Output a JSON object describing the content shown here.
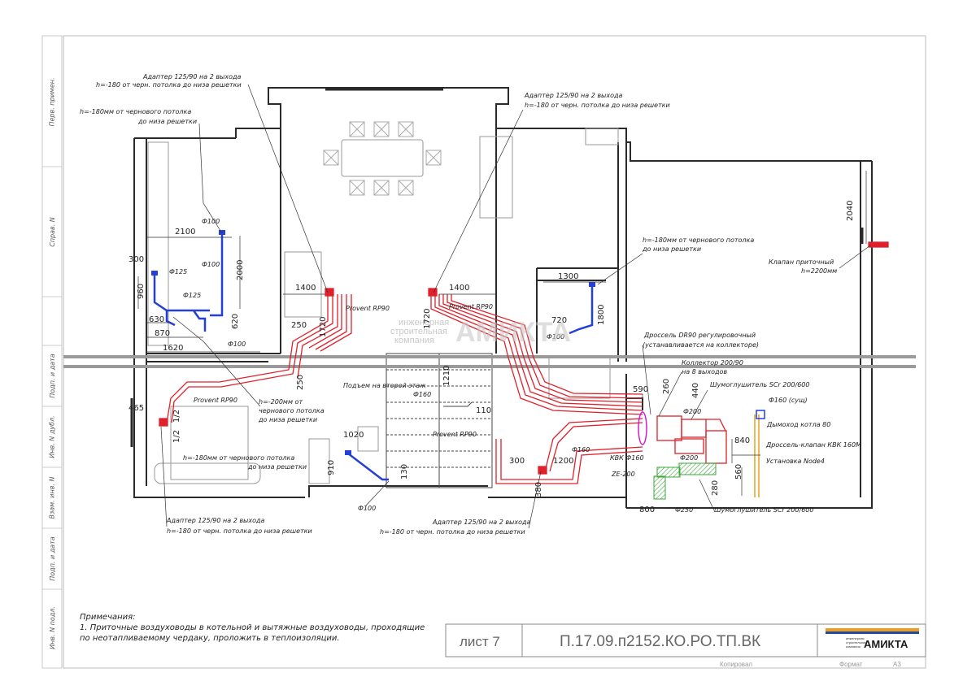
{
  "colors": {
    "supply": "#e0202a",
    "exhaust": "#2440d8",
    "wall": "#2a2a2a",
    "green": "#3aa83a",
    "magenta": "#d020d0",
    "orange": "#e8a020",
    "gray_band": "#9a9a9a",
    "brand_blue": "#1a4fa0",
    "brand_orange": "#f39a1e"
  },
  "side_stamp": [
    "Перв. примен.",
    "Справ. N",
    "Подп. и дата",
    "Инв. N дубл.",
    "Взам. инв. N",
    "Подп. и дата",
    "Инв. N подл."
  ],
  "labels": [
    {
      "id": "lbl-adapter-top-left-1",
      "text": "Адаптер 125/90 на 2 выхода"
    },
    {
      "id": "lbl-adapter-top-left-2",
      "text": "h=-180 от черн. потолка до низа решетки"
    },
    {
      "id": "lbl-h180-left-1",
      "text": "h=-180мм от чернового потолка"
    },
    {
      "id": "lbl-h180-left-2",
      "text": "до низа решетки"
    },
    {
      "id": "lbl-adapter-top-right-1",
      "text": "Адаптер 125/90 на 2 выхода"
    },
    {
      "id": "lbl-adapter-top-right-2",
      "text": "h=-180 от черн. потолка до низа решетки"
    },
    {
      "id": "lbl-h180-right-1",
      "text": "h=-180мм от чернового потолка"
    },
    {
      "id": "lbl-h180-right-2",
      "text": "до низа решетки"
    },
    {
      "id": "lbl-valve-1",
      "text": "Клапан приточный"
    },
    {
      "id": "lbl-valve-2",
      "text": "h=2200мм"
    },
    {
      "id": "lbl-provent-1",
      "text": "Provent RP90"
    },
    {
      "id": "lbl-provent-2",
      "text": "Provent RP90"
    },
    {
      "id": "lbl-provent-3",
      "text": "Provent RP90"
    },
    {
      "id": "lbl-provent-4",
      "text": "Provent RP90"
    },
    {
      "id": "lbl-throttle-1",
      "text": "Дроссель DR90 регулировочный"
    },
    {
      "id": "lbl-throttle-2",
      "text": "(устанавливается на коллекторе)"
    },
    {
      "id": "lbl-collector-1",
      "text": "Коллектор 200/90"
    },
    {
      "id": "lbl-collector-2",
      "text": "на 8 выходов"
    },
    {
      "id": "lbl-silencer-1",
      "text": "Шумоглушитель SCr 200/600"
    },
    {
      "id": "lbl-silencer-2",
      "text": "Шумоглушитель SCr 200/600"
    },
    {
      "id": "lbl-d160-exist",
      "text": "Ф160 (сущ)"
    },
    {
      "id": "lbl-flue",
      "text": "Дымоход котла 80"
    },
    {
      "id": "lbl-kvk-valve",
      "text": "Дроссель-клапан КВК 160М"
    },
    {
      "id": "lbl-node4",
      "text": "Установка Node4"
    },
    {
      "id": "lbl-kvk",
      "text": "КВК Ф160"
    },
    {
      "id": "lbl-ze",
      "text": "ZE-200"
    },
    {
      "id": "lbl-d250",
      "text": "Ф250"
    },
    {
      "id": "lbl-d200-a",
      "text": "Ф200"
    },
    {
      "id": "lbl-d200-b",
      "text": "Ф200"
    },
    {
      "id": "lbl-riser-1",
      "text": "Подъем на второй этаж"
    },
    {
      "id": "lbl-riser-2",
      "text": "Ф160"
    },
    {
      "id": "lbl-h200-1",
      "text": "h=-200мм от"
    },
    {
      "id": "lbl-h200-2",
      "text": "чернового потолка"
    },
    {
      "id": "lbl-h200-3",
      "text": "до низа решетки"
    },
    {
      "id": "lbl-h180-bed-1",
      "text": "h=-180мм от чернового потолка"
    },
    {
      "id": "lbl-h180-bed-2",
      "text": "до низа решетки"
    },
    {
      "id": "lbl-adapter-bl-1",
      "text": "Адаптер 125/90 на 2 выхода"
    },
    {
      "id": "lbl-adapter-bl-2",
      "text": "h=-180 от черн. потолка до низа решетки"
    },
    {
      "id": "lbl-adapter-bc-1",
      "text": "Адаптер 125/90 на 2 выхода"
    },
    {
      "id": "lbl-adapter-bc-2",
      "text": "h=-180 от черн. потолка до низа решетки"
    },
    {
      "id": "lbl-d100-a",
      "text": "Ф100"
    },
    {
      "id": "lbl-d100-b",
      "text": "Ф100"
    },
    {
      "id": "lbl-d100-c",
      "text": "Ф100"
    },
    {
      "id": "lbl-d100-d",
      "text": "Ф100"
    },
    {
      "id": "lbl-d100-e",
      "text": "Ф100"
    },
    {
      "id": "lbl-d125-a",
      "text": "Ф125"
    },
    {
      "id": "lbl-d125-b",
      "text": "Ф125"
    },
    {
      "id": "lbl-d160-a",
      "text": "Ф160"
    },
    {
      "id": "lbl-watermark-1",
      "text": "инженерная"
    },
    {
      "id": "lbl-watermark-2",
      "text": "строительная"
    },
    {
      "id": "lbl-watermark-3",
      "text": "компания"
    },
    {
      "id": "lbl-watermark-brand",
      "text": "АМИКТА"
    }
  ],
  "dimensions": [
    "2100",
    "2000",
    "300",
    "960",
    "630",
    "870",
    "1620",
    "620",
    "1400",
    "1400",
    "1720",
    "250",
    "250",
    "1720",
    "1210",
    "110",
    "1300",
    "720",
    "1800",
    "2040",
    "590",
    "260",
    "440",
    "840",
    "560",
    "280",
    "800",
    "1200",
    "300",
    "130",
    "910",
    "1020",
    "465",
    "1/2",
    "1/2",
    "380"
  ],
  "notes": {
    "title": "Примечания:",
    "line1": "1.  Приточные воздуховоды в котельной и вытяжные воздуховоды, проходящие",
    "line2": "по неотапливаемому чердаку, проложить в теплоизоляции."
  },
  "title_block": {
    "sheet": "лист 7",
    "code": "П.17.09.п2152.КО.РО.ТП.ВК",
    "brand": "АМИКТА",
    "brand_sub": [
      "инженерная",
      "строительная",
      "компания"
    ],
    "copied": "Копировал",
    "format_label": "Формат",
    "format_value": "А3"
  }
}
